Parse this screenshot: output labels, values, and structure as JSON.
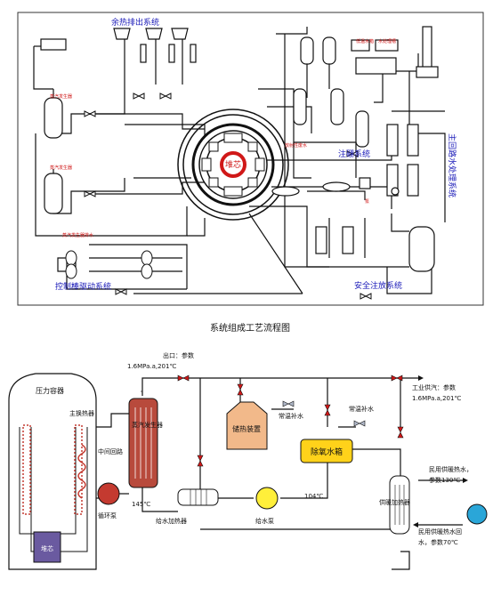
{
  "top_diagram": {
    "labels": {
      "waste_heat_system": "余热排出系统",
      "main_water_system": "主回路水处理系统",
      "injection_system": "注硼系统",
      "control_rod_system": "控制棒驱动系统",
      "safety_injection_system": "安全注放系统",
      "reactor_core": "堆芯",
      "steam_generator_a": "蒸汽发生器",
      "steam_generator_b": "蒸汽发生器",
      "spare_sg_label": "蒸汽发生器排水",
      "water_tank_label": "低温水箱",
      "boron_tank_label": "水处理槽",
      "waste_label": "放射性废水",
      "pump_label": "泵"
    },
    "caption": "系统组成工艺流程图"
  },
  "bottom_diagram": {
    "outlet_label": "出口：参数",
    "outlet_params": "1.6MPa.a,201℃",
    "industrial_label": "工业供汽：参数",
    "industrial_params": "1.6MPa.a,201℃",
    "pressure_vessel": "压力容器",
    "main_hx": "主换热器",
    "intermediate_loop": "中间回路",
    "circ_pump": "循环泵",
    "core": "堆芯",
    "steam_generator": "蒸汽发生器",
    "heat_storage": "储热装置",
    "normal_makeup_1": "常温补水",
    "normal_makeup_2": "常温补水",
    "deaerator": "除氧水箱",
    "feed_heater": "给水加热器",
    "feed_pump": "给水泵",
    "temp_145": "145℃",
    "temp_104": "104℃",
    "heating_hx": "供暖加热器",
    "civil_supply": "民用供暖热水，",
    "civil_supply_params": "参数130℃",
    "civil_return": "民用供暖热水回",
    "civil_return_params": "水，参数70℃"
  },
  "colors": {
    "blue_label": "#1a1ab8",
    "red_label": "#d01818",
    "steam_gen_fill": "#b84a3c",
    "storage_fill": "#f2b98a",
    "deaerator_fill": "#ffd21a",
    "pump_fill": "#ffef3a",
    "circ_pump_fill": "#c43a30",
    "core_fill": "#6a5aa0",
    "civil_pump_fill": "#2aa6d8"
  }
}
